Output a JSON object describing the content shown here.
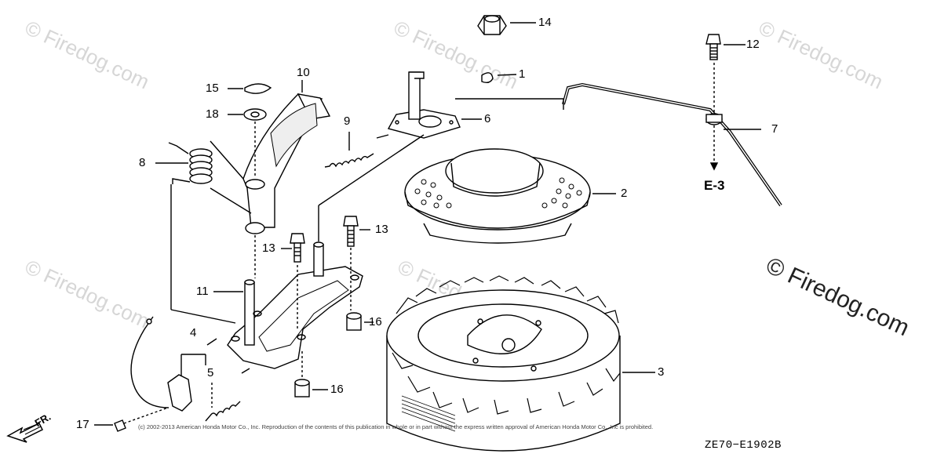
{
  "watermarks": {
    "text": "© Firedog.com"
  },
  "references": {
    "e3": "E-3"
  },
  "direction": {
    "front_label": "FR."
  },
  "parts": [
    {
      "num": "1"
    },
    {
      "num": "2"
    },
    {
      "num": "3"
    },
    {
      "num": "4"
    },
    {
      "num": "5"
    },
    {
      "num": "6"
    },
    {
      "num": "7"
    },
    {
      "num": "8"
    },
    {
      "num": "9"
    },
    {
      "num": "10"
    },
    {
      "num": "11"
    },
    {
      "num": "12"
    },
    {
      "num": "13"
    },
    {
      "num": "13"
    },
    {
      "num": "14"
    },
    {
      "num": "15"
    },
    {
      "num": "16"
    },
    {
      "num": "16"
    },
    {
      "num": "17"
    },
    {
      "num": "18"
    }
  ],
  "footer": {
    "copyright": "(c) 2002-2013 American Honda Motor Co., Inc. Reproduction of the contents of this publication in whole or in part without the express written approval of American Honda Motor Co., Inc is prohibited.",
    "diagram_code": "ZE70−E1902B"
  }
}
